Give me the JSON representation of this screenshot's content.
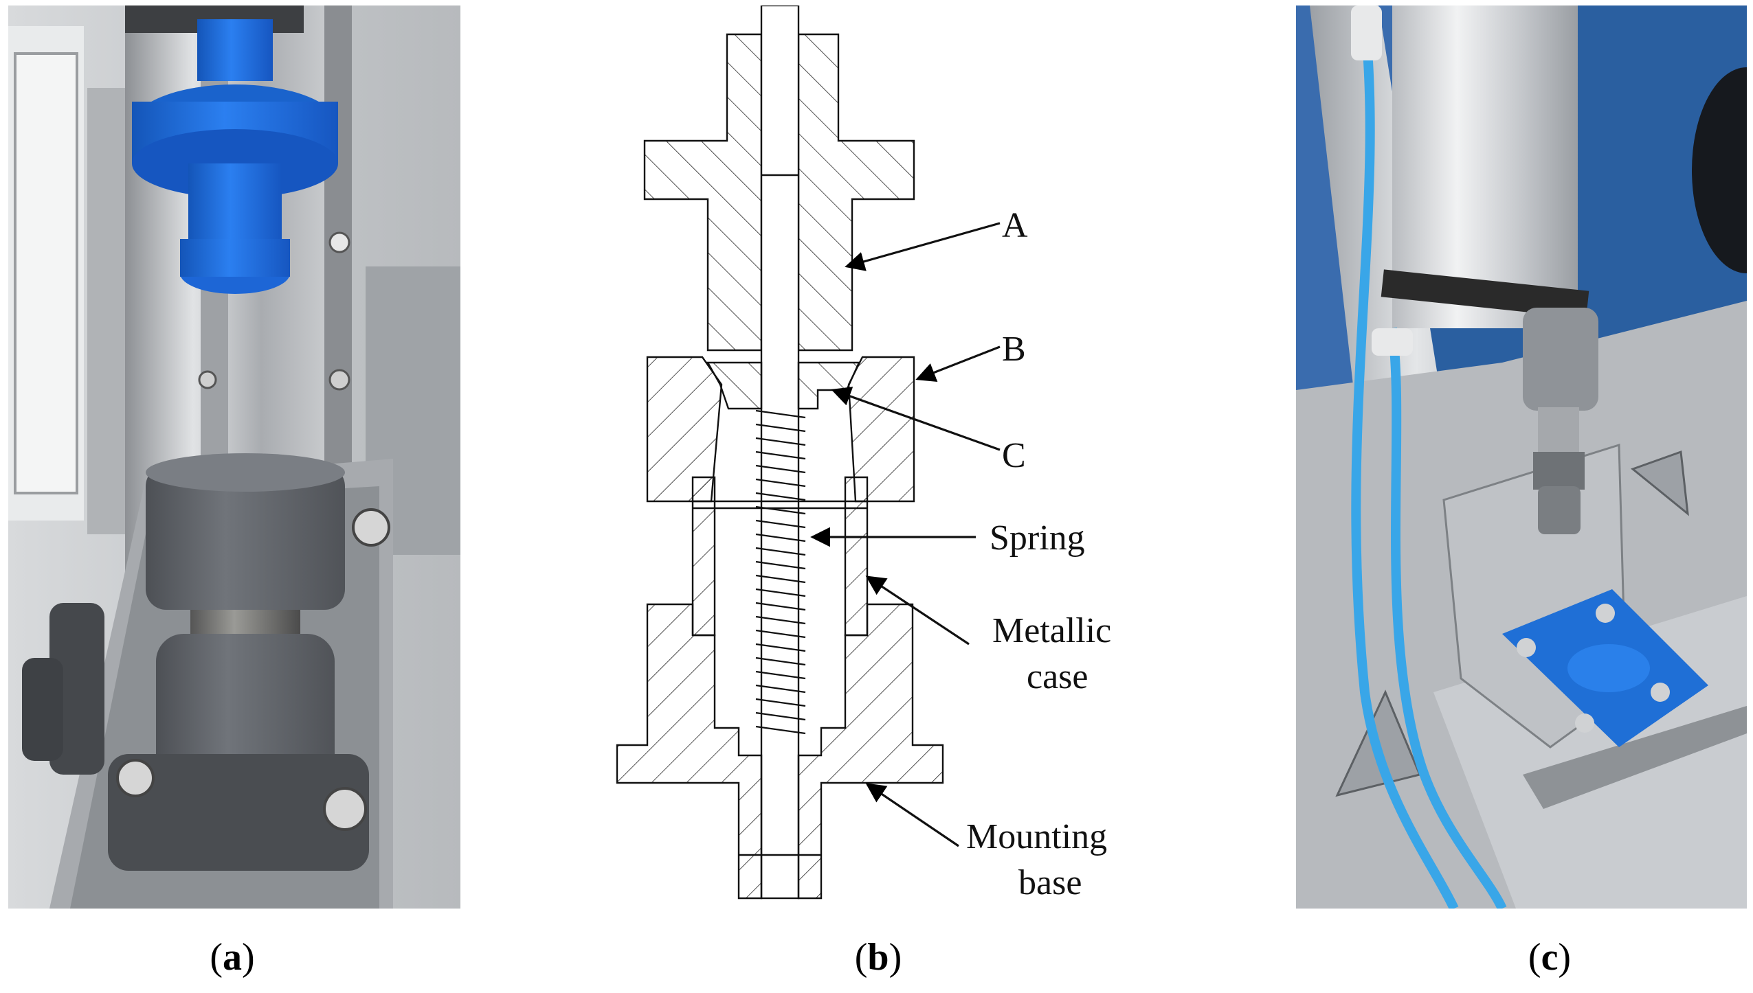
{
  "captions": {
    "a": "a",
    "b": "b",
    "c": "c"
  },
  "diagram": {
    "labels": {
      "A": "A",
      "B": "B",
      "C": "C",
      "spring": "Spring",
      "metallic_case_1": "Metallic",
      "metallic_case_2": "case",
      "mounting_base_1": "Mounting",
      "mounting_base_2": "base"
    }
  },
  "colors": {
    "part_blue": "#1f6fd6",
    "part_gray": "#5e6166",
    "aluminum": "#c9ccd0",
    "backdrop_blue": "#2a5fa0",
    "hose_blue": "#39a6e8"
  }
}
